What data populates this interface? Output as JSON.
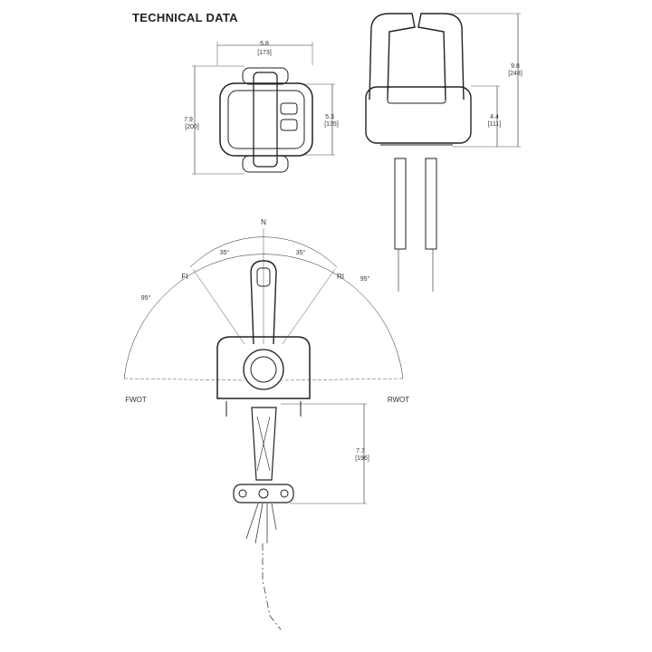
{
  "title": "TECHNICAL DATA",
  "top_view": {
    "width_in": "6.8",
    "width_mm": "[173]",
    "depth_in": "7.9",
    "depth_mm": "[200]",
    "body_in": "5.3",
    "body_mm": "[135]"
  },
  "side_view": {
    "height_in": "9.8",
    "height_mm": "[248]",
    "body_in": "4.4",
    "body_mm": "[111]"
  },
  "front_view": {
    "neutral": "N",
    "angle_fi": "35°",
    "angle_ri": "35°",
    "fi": "FI",
    "ri": "RI",
    "angle_fwot": "95°",
    "angle_rwot": "95°",
    "fwot": "FWOT",
    "rwot": "RWOT",
    "below_in": "7.7",
    "below_mm": "[196]"
  }
}
